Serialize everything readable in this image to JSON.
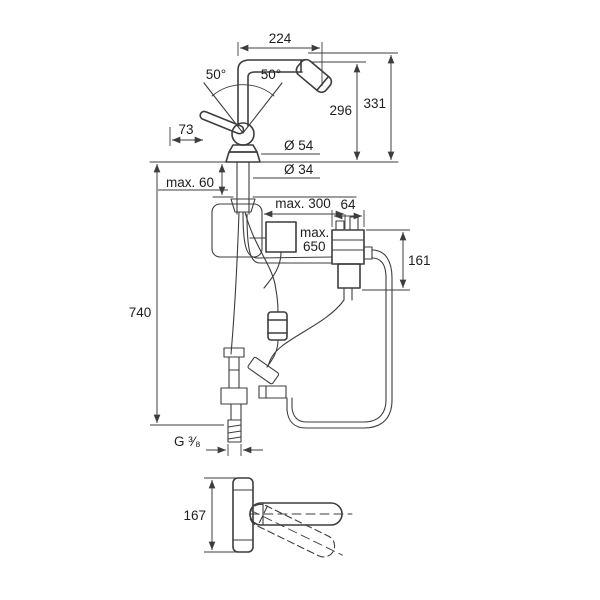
{
  "page": {
    "background": "#ffffff",
    "line_color": "#3d3d3d",
    "text_color": "#1e1e1e"
  },
  "labels": {
    "dim_224": "224",
    "angle_left": "50°",
    "angle_right": "50°",
    "dim_73": "73",
    "dim_296": "296",
    "dim_331": "331",
    "dia_54": "Ø 54",
    "dia_34": "Ø 34",
    "max_60": "max. 60",
    "max_300": "max. 300",
    "dim_64": "64",
    "max_650_line1": "max.",
    "max_650_line2": "650",
    "dim_161": "161",
    "dim_740": "740",
    "thread_size": "G ³⁄₈",
    "dim_167": "167"
  }
}
